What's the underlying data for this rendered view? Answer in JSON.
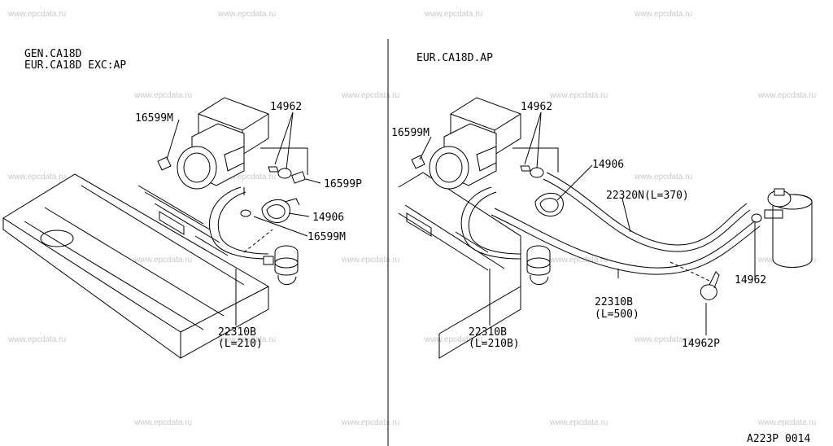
{
  "watermark": "www.epcdata.ru",
  "left_panel": {
    "heading_line1": "GEN.CA18D",
    "heading_line2": "EUR.CA18D EXC:AP",
    "labels": {
      "p16599m_top": "16599M",
      "p14962": "14962",
      "p16599p": "16599P",
      "p14906": "14906",
      "p16599m_bottom": "16599M",
      "p22310b": "22310B",
      "p22310b_len": "(L=210)"
    }
  },
  "right_panel": {
    "heading": "EUR.CA18D.AP",
    "labels": {
      "p16599m": "16599M",
      "p14962_top": "14962",
      "p14906": "14906",
      "p22320n": "22320N(L=370)",
      "p14962_right": "14962",
      "p22310b": "22310B",
      "p22310b_len": "(L=210B)",
      "p22310b_mid": "22310B",
      "p22310b_mid_len": "(L=500)",
      "p14962p": "14962P"
    }
  },
  "figure_code": "A223P 0014"
}
